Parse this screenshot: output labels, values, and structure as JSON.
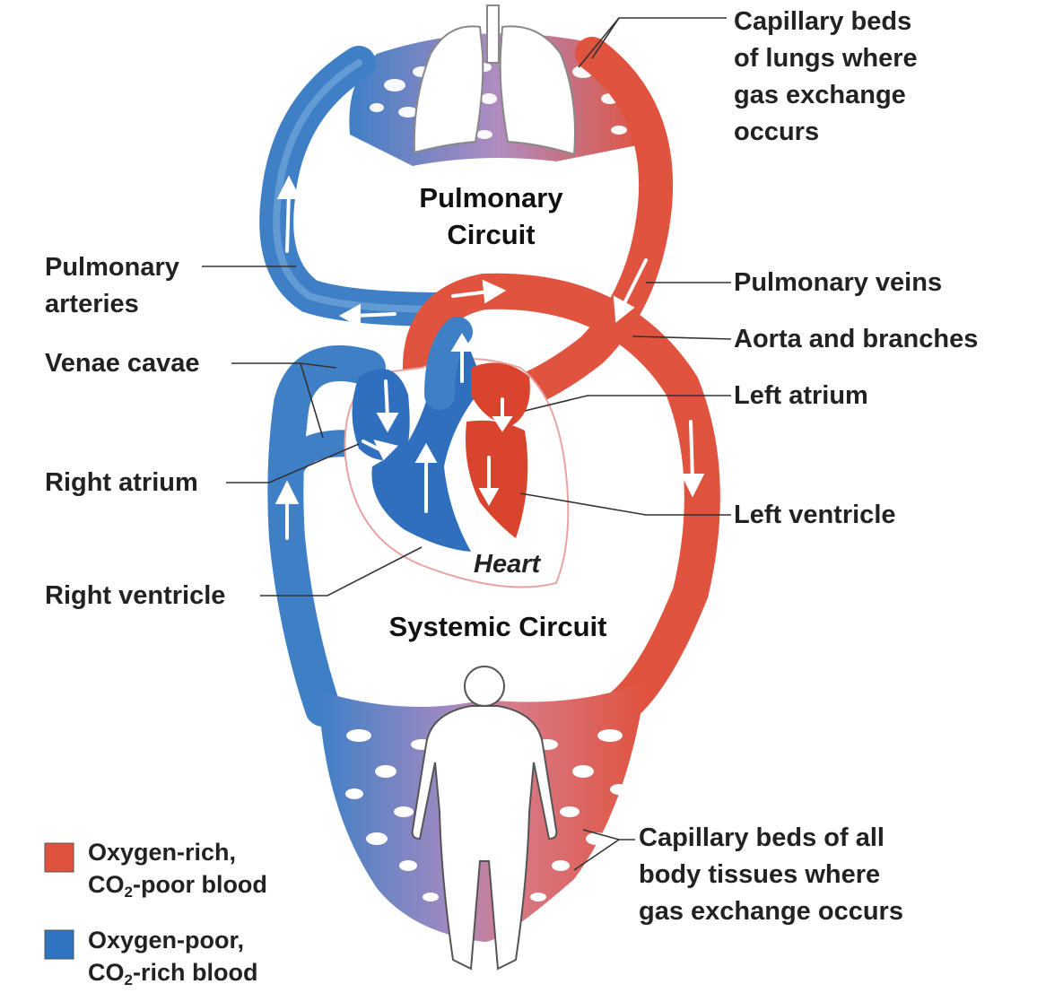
{
  "colors": {
    "oxygen_rich": "#e0533f",
    "oxygen_poor": "#2f74bf",
    "mixed": "#a78ab8",
    "leader": "#333333"
  },
  "titles": {
    "pulmonary_line1": "Pulmonary",
    "pulmonary_line2": "Circuit",
    "systemic": "Systemic Circuit",
    "heart": "Heart"
  },
  "labels": {
    "capillary_lungs": [
      "Capillary beds",
      "of lungs where",
      "gas exchange",
      "occurs"
    ],
    "pulmonary_arteries": [
      "Pulmonary",
      "arteries"
    ],
    "venae_cavae": "Venae cavae",
    "right_atrium": "Right atrium",
    "right_ventricle": "Right ventricle",
    "pulmonary_veins": "Pulmonary veins",
    "aorta": "Aorta and branches",
    "left_atrium": "Left atrium",
    "left_ventricle": "Left ventricle",
    "capillary_body": [
      "Capillary beds of all",
      "body tissues where",
      "gas exchange occurs"
    ]
  },
  "legend": {
    "rich_line1": "Oxygen-rich,",
    "rich_line2_pre": "CO",
    "rich_line2_sub": "2",
    "rich_line2_post": "-poor blood",
    "poor_line1": "Oxygen-poor,",
    "poor_line2_pre": "CO",
    "poor_line2_sub": "2",
    "poor_line2_post": "-rich blood"
  }
}
